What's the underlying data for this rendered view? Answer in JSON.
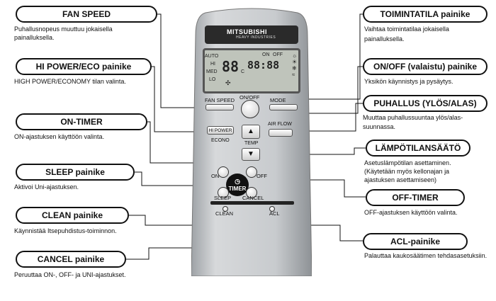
{
  "labels": {
    "fan_speed": {
      "title": "FAN SPEED",
      "desc1": "Puhallusnopeus muuttuu jokaisella",
      "desc2": "painalluksella."
    },
    "hi_power": {
      "title": "HI POWER/ECO painike",
      "desc1": "HIGH POWER/ECONOMY tilan valinta."
    },
    "on_timer": {
      "title": "ON-TIMER",
      "desc1": "ON-ajastuksen käyttöön valinta."
    },
    "sleep": {
      "title": "SLEEP painike",
      "desc1": "Aktivoi Uni-ajastuksen."
    },
    "clean": {
      "title": "CLEAN painike",
      "desc1": "Käynnistää Itsepuhdistus-toiminnon."
    },
    "cancel": {
      "title": "CANCEL painike",
      "desc1": "Peruuttaa ON-, OFF- ja UNI-ajastukset."
    },
    "mode": {
      "title": "TOIMINTATILA painike",
      "desc1": "Vaihtaa toimintatilaa jokaisella",
      "desc2": "painalluksella."
    },
    "onoff": {
      "title": "ON/OFF (valaistu) painike",
      "desc1": "Yksikön käynnistys ja pysäytys."
    },
    "airflow": {
      "title": "PUHALLUS (YLÖS/ALAS)",
      "desc1": "Muuttaa puhallussuuntaa ylös/alas-",
      "desc2": "suunnassa."
    },
    "temp": {
      "title": "LÄMPÖTILANSÄÄTÖ",
      "desc1": "Asetuslämpötilan asettaminen.",
      "desc2": "(Käytetään myös kellonajan ja",
      "desc3": "ajastuksen asettamiseen)"
    },
    "off_timer": {
      "title": "OFF-TIMER",
      "desc1": "OFF-ajastuksen käyttöön valinta."
    },
    "acl": {
      "title": "ACL-painike",
      "desc1": "Palauttaa kaukosäätimen tehdasasetuksiin."
    }
  },
  "remote": {
    "brand": "MITSUBISHI",
    "brand_sub": "HEAVY INDUSTRIES",
    "lcd_auto": "AUTO",
    "lcd_hi": "HI",
    "lcd_med": "MED",
    "lcd_lo": "LO",
    "lcd_temp": "88",
    "lcd_clock": "88:88",
    "lcd_c": "C",
    "lcd_on": "ON",
    "lcd_off": "OFF",
    "fan_speed": "FAN SPEED",
    "onoff": "ON/OFF",
    "mode": "MODE",
    "hi_power": "HI POWER",
    "econo": "ECONO",
    "air_flow": "AIR FLOW",
    "temp": "TEMP",
    "on": "ON",
    "off": "OFF",
    "timer": "TIMER",
    "sleep": "SLEEP",
    "cancel": "CANCEL",
    "clean": "CLEAN",
    "acl": "ACL"
  }
}
